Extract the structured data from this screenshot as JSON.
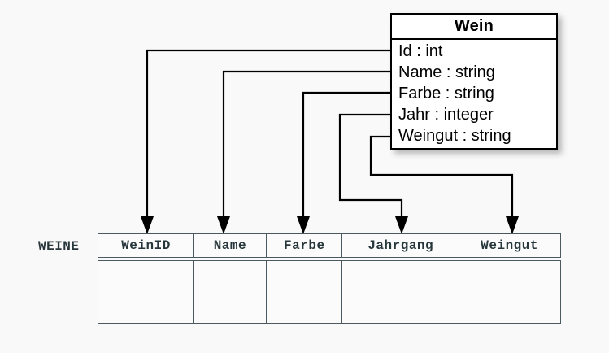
{
  "diagram": {
    "background_color": "#f9f9f9",
    "line_color": "#000000",
    "table_border_color": "#4a5a60",
    "table_text_color": "#27363b"
  },
  "uml_class": {
    "name": "Wein",
    "attributes": [
      {
        "label": "Id : int"
      },
      {
        "label": "Name : string"
      },
      {
        "label": "Farbe : string"
      },
      {
        "label": "Jahr : integer"
      },
      {
        "label": "Weingut : string"
      }
    ]
  },
  "relational_table": {
    "label": "WEINE",
    "columns": [
      {
        "header": "WeinID",
        "value": ""
      },
      {
        "header": "Name",
        "value": ""
      },
      {
        "header": "Farbe",
        "value": ""
      },
      {
        "header": "Jahrgang",
        "value": ""
      },
      {
        "header": "Weingut",
        "value": ""
      }
    ]
  },
  "mappings": [
    {
      "from": "Id : int",
      "to": "WeinID"
    },
    {
      "from": "Name : string",
      "to": "Name"
    },
    {
      "from": "Farbe : string",
      "to": "Farbe"
    },
    {
      "from": "Jahr : integer",
      "to": "Jahrgang"
    },
    {
      "from": "Weingut : string",
      "to": "Weingut"
    }
  ]
}
